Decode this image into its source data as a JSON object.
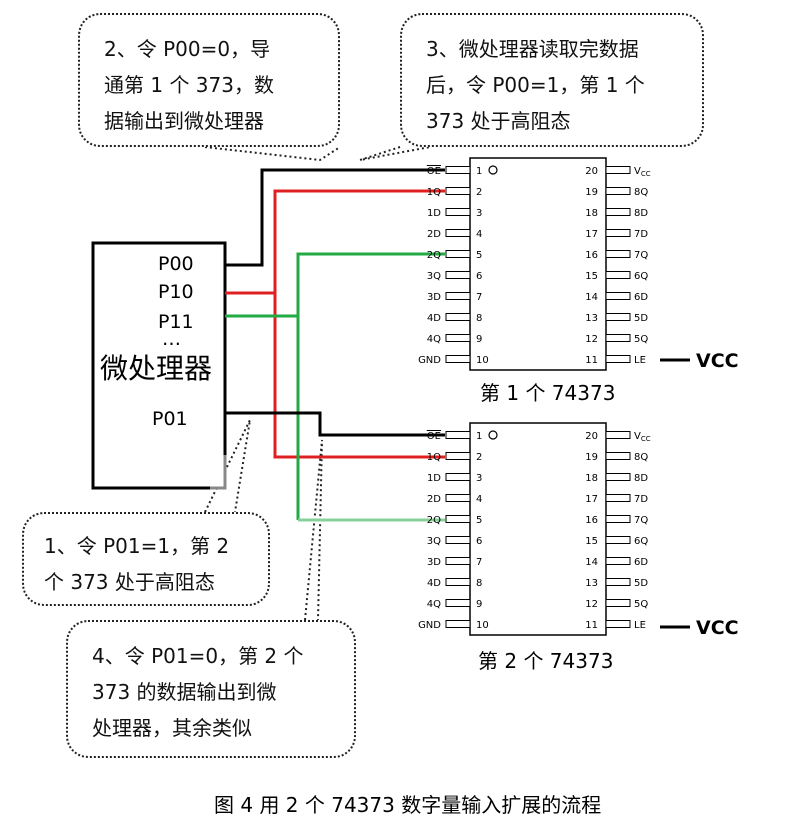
{
  "callouts": {
    "c2": [
      "2、令 P00=0，导",
      "通第 1 个 373，数",
      "据输出到微处理器"
    ],
    "c3": [
      "3、微处理器读取完数据",
      "后，令 P00=1，第 1 个",
      "373 处于高阻态"
    ],
    "c1": [
      "1、令 P01=1，第 2",
      "个 373 处于高阻态"
    ],
    "c4": [
      "4、令 P01=0，第 2 个",
      "373  的数据输出到微",
      "处理器，其余类似"
    ]
  },
  "mcu": {
    "title": "微处理器",
    "pins": [
      "P00",
      "P10",
      "P11",
      "…",
      "P01"
    ]
  },
  "chip": {
    "left_pins": [
      "OE",
      "1Q",
      "1D",
      "2D",
      "2Q",
      "3Q",
      "3D",
      "4D",
      "4Q",
      "GND"
    ],
    "left_nums": [
      "1",
      "2",
      "3",
      "4",
      "5",
      "6",
      "7",
      "8",
      "9",
      "10"
    ],
    "right_nums": [
      "20",
      "19",
      "18",
      "17",
      "16",
      "15",
      "14",
      "13",
      "12",
      "11"
    ],
    "right_pins_main": [
      "V",
      "8Q",
      "8D",
      "7D",
      "7Q",
      "6Q",
      "6D",
      "5D",
      "5Q",
      "LE"
    ],
    "vcc_subscript": "CC"
  },
  "chip1_caption": "第 1 个 74373",
  "chip2_caption": "第 2 个 74373",
  "vcc_label": "VCC",
  "figure_caption": "图  4  用 2 个 74373 数字量输入扩展的流程",
  "colors": {
    "p00": "#000000",
    "p10": "#e02020",
    "p11": "#22aa44"
  }
}
